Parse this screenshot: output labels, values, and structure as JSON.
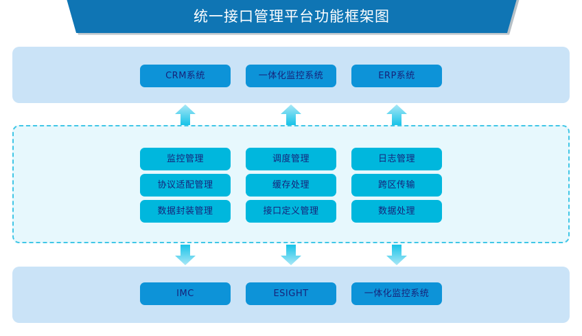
{
  "title": {
    "text": "统一接口管理平台功能框架图"
  },
  "colors": {
    "banner": "#0f75b4",
    "panel_light_blue": "#cae3f7",
    "panel_pale_cyan": "#e7f8fd",
    "dashed_border": "#3fc6e6",
    "node_blue": "#0d93d8",
    "node_cyan": "#00b7dd",
    "node_text": "#16237a",
    "title_text": "#ffffff",
    "arrow_top": "#18c3e8",
    "arrow_bottom": "#a9e7f6"
  },
  "sections": {
    "consumers": {
      "nodes": [
        {
          "label": "CRM系统"
        },
        {
          "label": "一体化监控系统"
        },
        {
          "label": "ERP系统"
        }
      ]
    },
    "platform": {
      "rows": [
        [
          {
            "label": "监控管理"
          },
          {
            "label": "调度管理"
          },
          {
            "label": "日志管理"
          }
        ],
        [
          {
            "label": "协议适配管理"
          },
          {
            "label": "缓存处理"
          },
          {
            "label": "跨区传输"
          }
        ],
        [
          {
            "label": "数据封装管理"
          },
          {
            "label": "接口定义管理"
          },
          {
            "label": "数据处理"
          }
        ]
      ]
    },
    "providers": {
      "nodes": [
        {
          "label": "IMC"
        },
        {
          "label": "ESIGHT"
        },
        {
          "label": "一体化监控系统"
        }
      ]
    }
  },
  "arrows": {
    "up": [
      {
        "name": "arrow-up-left",
        "direction": "up"
      },
      {
        "name": "arrow-up-center",
        "direction": "up"
      },
      {
        "name": "arrow-up-right",
        "direction": "up"
      }
    ],
    "down": [
      {
        "name": "arrow-down-left",
        "direction": "down"
      },
      {
        "name": "arrow-down-center",
        "direction": "down"
      },
      {
        "name": "arrow-down-right",
        "direction": "down"
      }
    ]
  }
}
